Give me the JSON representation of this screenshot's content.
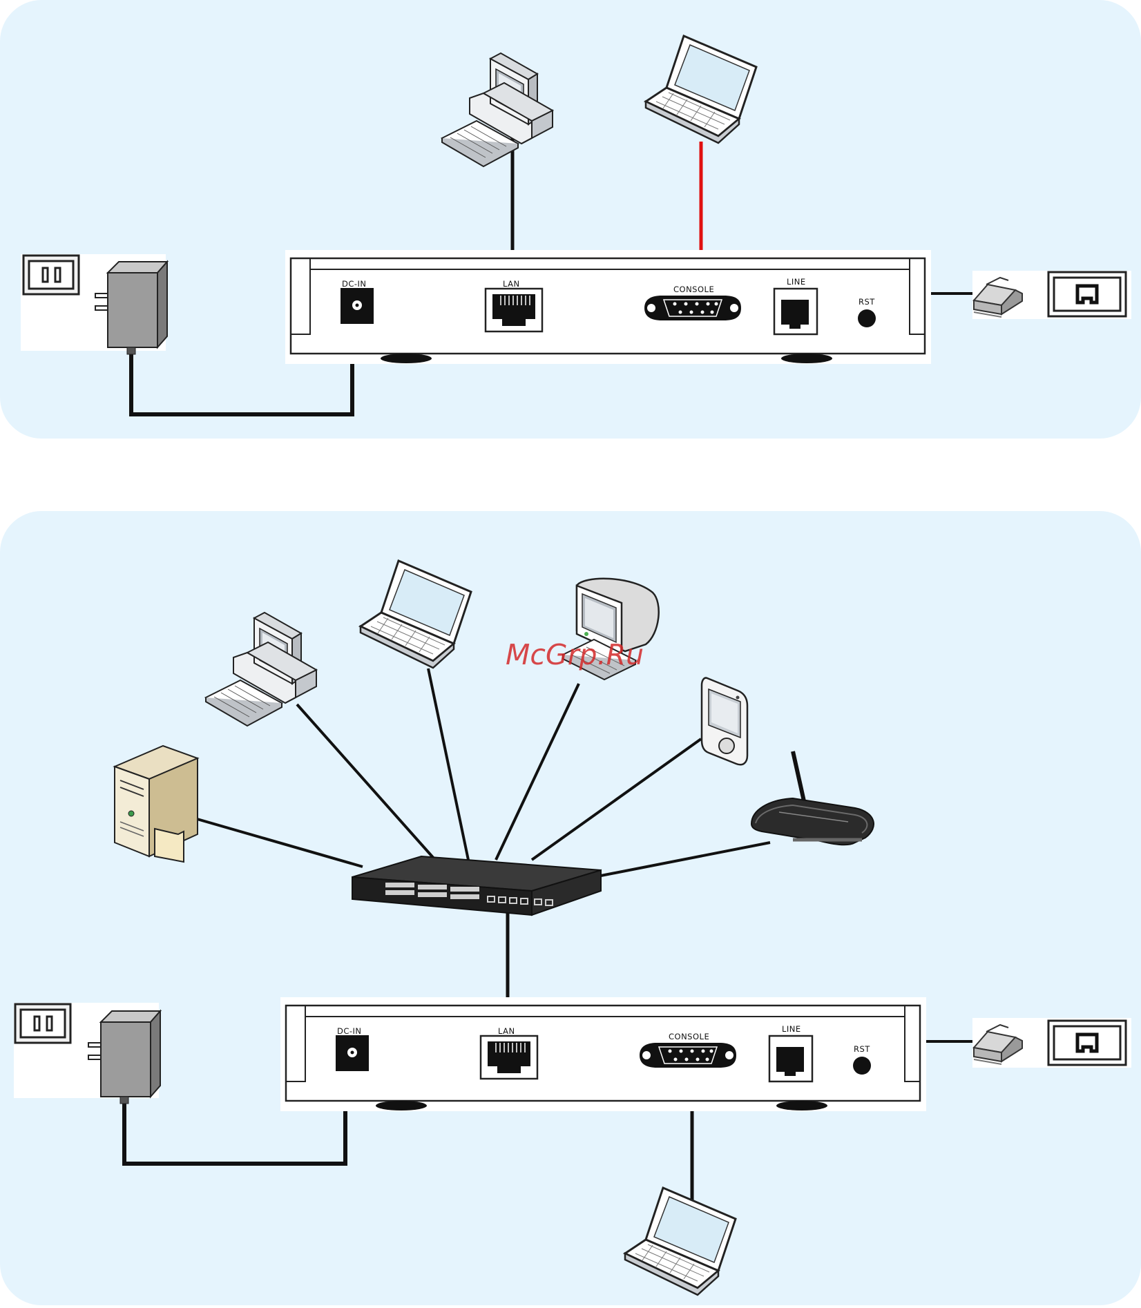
{
  "colors": {
    "panel_bg": "#e5f4fd",
    "cable": "#111111",
    "console_cable_top": "#e01010",
    "device_body": "#ffffff",
    "watermark": "#d42a2a"
  },
  "device": {
    "ports": {
      "dc_in": "DC-IN",
      "lan": "LAN",
      "console": "CONSOLE",
      "line": "LINE",
      "rst": "RST"
    }
  },
  "diagram_top": {
    "nodes": [
      "desktop-pc",
      "laptop",
      "router-device",
      "power-outlet",
      "power-adapter",
      "phone-line-splitter",
      "phone-jack"
    ],
    "links": [
      {
        "from": "desktop-pc",
        "to": "lan-port"
      },
      {
        "from": "laptop",
        "to": "console-port",
        "color": "red"
      },
      {
        "from": "power-adapter",
        "to": "dc-in-port"
      },
      {
        "from": "line-port",
        "to": "phone-line-splitter"
      }
    ]
  },
  "diagram_bottom": {
    "nodes": [
      "desktop-pc",
      "laptop",
      "imac",
      "pda",
      "wireless-router",
      "file-server",
      "ethernet-switch",
      "router-device",
      "power-outlet",
      "power-adapter",
      "phone-line-splitter",
      "phone-jack",
      "console-laptop"
    ],
    "links": [
      {
        "from": "ethernet-switch",
        "to": "lan-port"
      },
      {
        "from": "laptop",
        "to": "console-port"
      }
    ]
  },
  "watermark": "McGrp.Ru"
}
